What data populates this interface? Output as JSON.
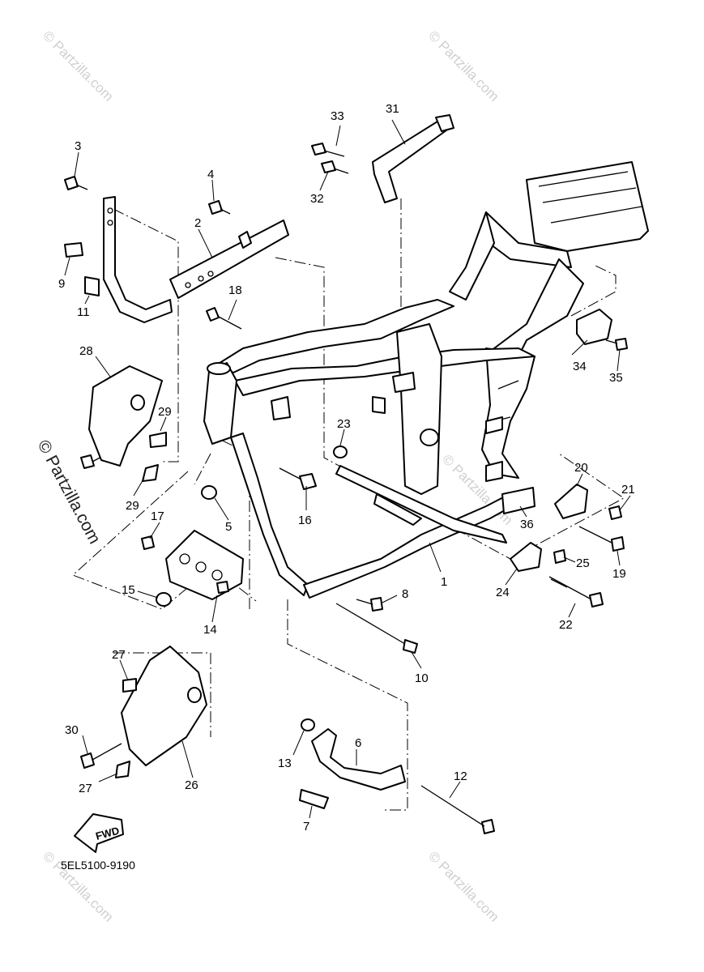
{
  "diagram": {
    "code": "5EL5100-9190",
    "fwd_label": "FWD",
    "watermark": "© Partzilla.com",
    "watermark_dark": "© Partzilla.com",
    "callouts": [
      "1",
      "2",
      "3",
      "4",
      "5",
      "6",
      "7",
      "8",
      "9",
      "10",
      "11",
      "12",
      "13",
      "14",
      "15",
      "16",
      "17",
      "18",
      "19",
      "20",
      "21",
      "22",
      "23",
      "24",
      "25",
      "26",
      "27",
      "27",
      "28",
      "29",
      "29",
      "30",
      "31",
      "32",
      "33",
      "34",
      "35",
      "36"
    ]
  }
}
